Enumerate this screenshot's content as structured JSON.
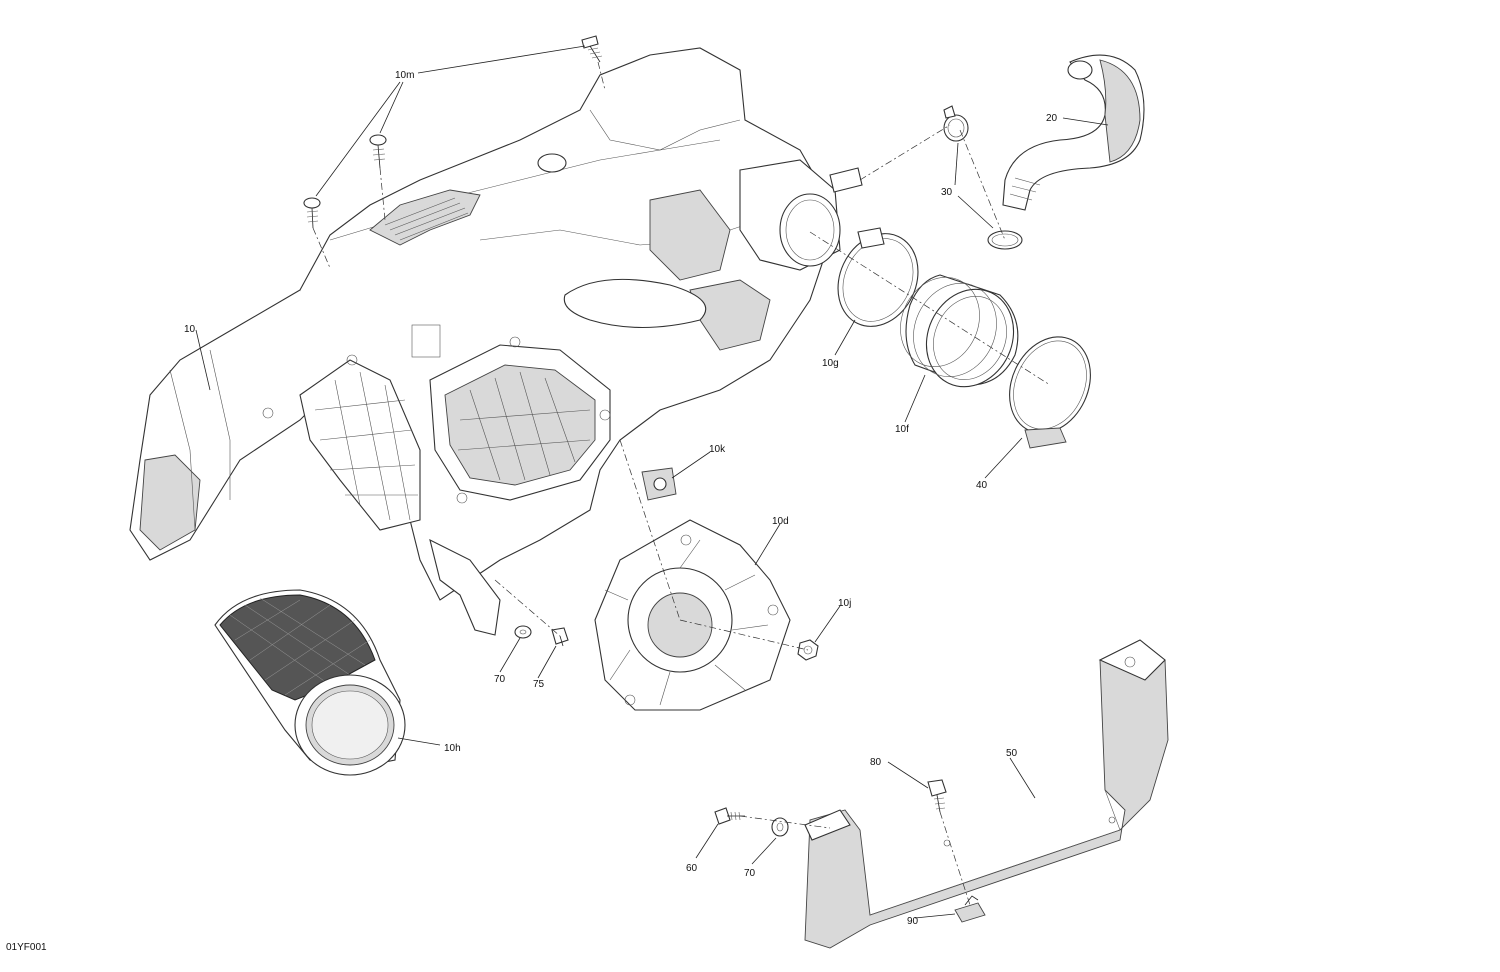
{
  "diagram_code": "01YF001",
  "callouts": [
    {
      "id": "10m",
      "label": "10m"
    },
    {
      "id": "20",
      "label": "20"
    },
    {
      "id": "30",
      "label": "30"
    },
    {
      "id": "10",
      "label": "10"
    },
    {
      "id": "10g",
      "label": "10g"
    },
    {
      "id": "10f",
      "label": "10f"
    },
    {
      "id": "40",
      "label": "40"
    },
    {
      "id": "10k",
      "label": "10k"
    },
    {
      "id": "10d",
      "label": "10d"
    },
    {
      "id": "10j",
      "label": "10j"
    },
    {
      "id": "70a",
      "label": "70"
    },
    {
      "id": "75",
      "label": "75"
    },
    {
      "id": "10h",
      "label": "10h"
    },
    {
      "id": "50",
      "label": "50"
    },
    {
      "id": "80",
      "label": "80"
    },
    {
      "id": "60",
      "label": "60"
    },
    {
      "id": "70b",
      "label": "70"
    },
    {
      "id": "90",
      "label": "90"
    }
  ]
}
